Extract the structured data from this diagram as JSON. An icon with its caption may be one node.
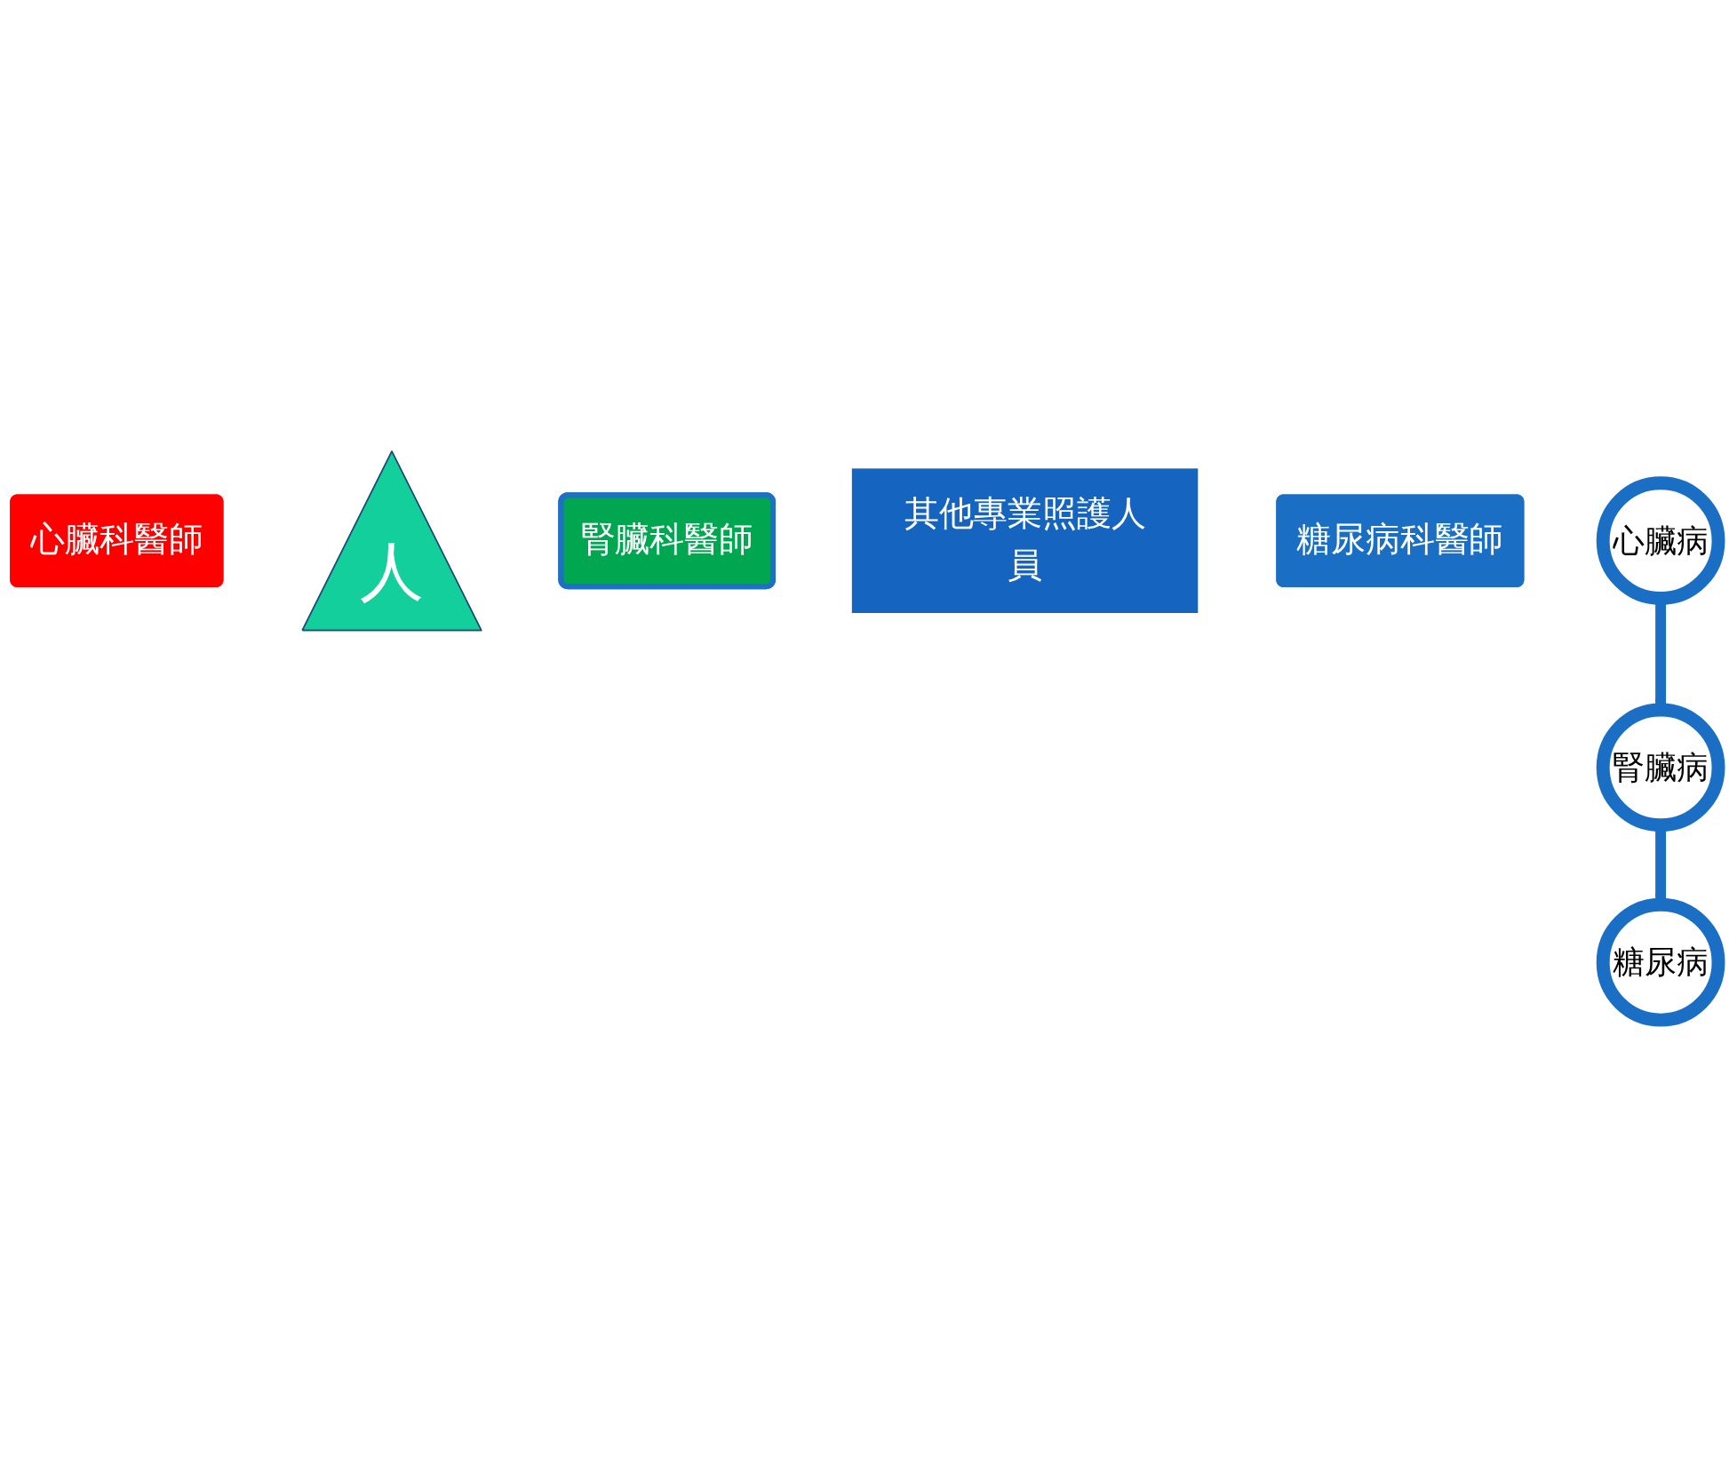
{
  "diagram": {
    "nodes": [
      {
        "text": [
          "心臟科醫師"
        ]
      },
      {
        "text": [
          "人"
        ]
      },
      {
        "text": [
          "腎臟科醫師"
        ]
      },
      {
        "text": [
          "其他專業照護人員"
        ]
      },
      {
        "text": [
          "糖尿病科醫師"
        ]
      },
      {
        "text": [
          "心臟病"
        ]
      },
      {
        "text": [
          "腎臟病"
        ]
      },
      {
        "text": [
          "糖尿病"
        ]
      }
    ],
    "edges": [
      {
        "from": 5,
        "to": 6,
        "arrow": "to"
      },
      {
        "from": 6,
        "to": 7,
        "arrow": "to"
      }
    ]
  }
}
